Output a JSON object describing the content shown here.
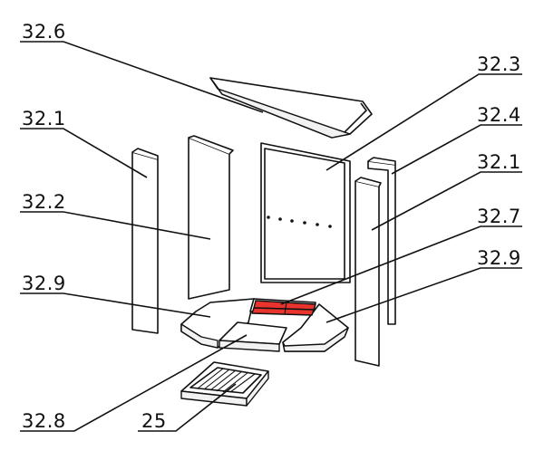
{
  "callouts": [
    {
      "id": "c1",
      "label": "32.6"
    },
    {
      "id": "c2",
      "label": "32.3"
    },
    {
      "id": "c3",
      "label": "32.1"
    },
    {
      "id": "c4",
      "label": "32.4"
    },
    {
      "id": "c5",
      "label": "32.1"
    },
    {
      "id": "c6",
      "label": "32.2"
    },
    {
      "id": "c7",
      "label": "32.7"
    },
    {
      "id": "c8",
      "label": "32.9"
    },
    {
      "id": "c9",
      "label": "32.9"
    },
    {
      "id": "c10",
      "label": "32.8"
    },
    {
      "id": "c11",
      "label": "25"
    }
  ],
  "colors": {
    "highlight": "#e8342c",
    "outline": "#111111"
  }
}
